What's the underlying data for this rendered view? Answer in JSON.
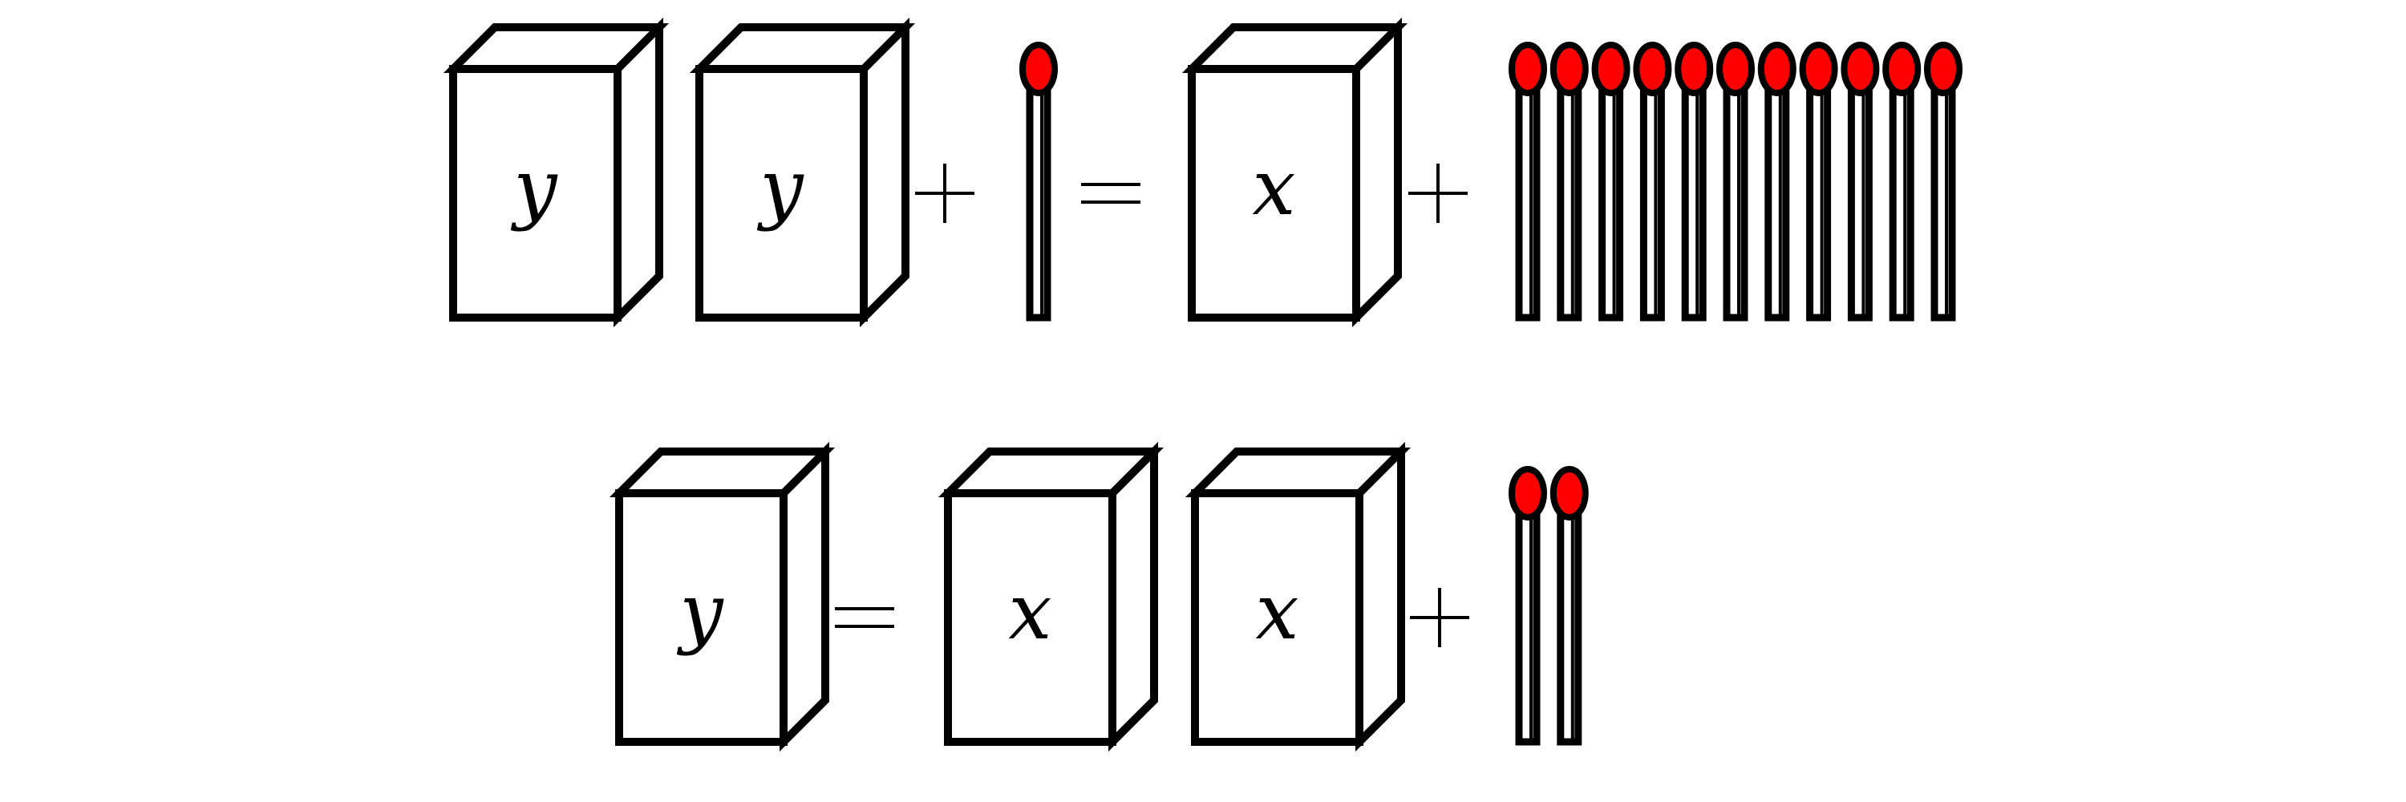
{
  "colors": {
    "match_head": "#ff0000",
    "outline": "#000000",
    "background": "#ffffff"
  },
  "equations": [
    {
      "terms": [
        {
          "kind": "box",
          "label": "y"
        },
        {
          "kind": "box",
          "label": "y"
        },
        {
          "kind": "op",
          "symbol": "+"
        },
        {
          "kind": "matches",
          "count": 1
        },
        {
          "kind": "op",
          "symbol": "="
        },
        {
          "kind": "box",
          "label": "x"
        },
        {
          "kind": "op",
          "symbol": "+"
        },
        {
          "kind": "matches",
          "count": 11
        }
      ]
    },
    {
      "terms": [
        {
          "kind": "box",
          "label": "y"
        },
        {
          "kind": "op",
          "symbol": "="
        },
        {
          "kind": "box",
          "label": "x"
        },
        {
          "kind": "box",
          "label": "x"
        },
        {
          "kind": "op",
          "symbol": "+"
        },
        {
          "kind": "matches",
          "count": 2
        }
      ]
    }
  ]
}
